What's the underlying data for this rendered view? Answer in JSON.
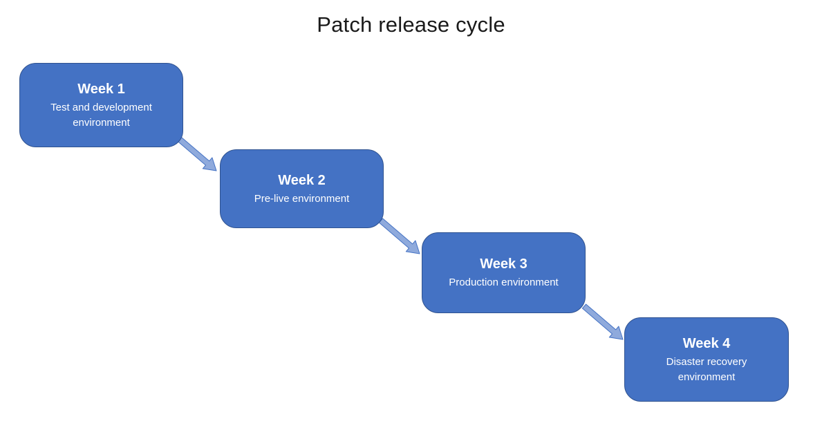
{
  "diagram": {
    "title": "Patch release cycle",
    "steps": [
      {
        "label": "Week 1",
        "description": "Test and development environment"
      },
      {
        "label": "Week 2",
        "description": "Pre-live environment"
      },
      {
        "label": "Week 3",
        "description": "Production environment"
      },
      {
        "label": "Week 4",
        "description": "Disaster recovery environment"
      }
    ],
    "colors": {
      "background": "#FFFFFF",
      "title_text": "#1A1A1A",
      "box_fill": "#4472C4",
      "box_border": "#2F528F",
      "box_text": "#FFFFFF",
      "arrow_fill": "#8FAADC",
      "arrow_border": "#4472C4"
    }
  }
}
